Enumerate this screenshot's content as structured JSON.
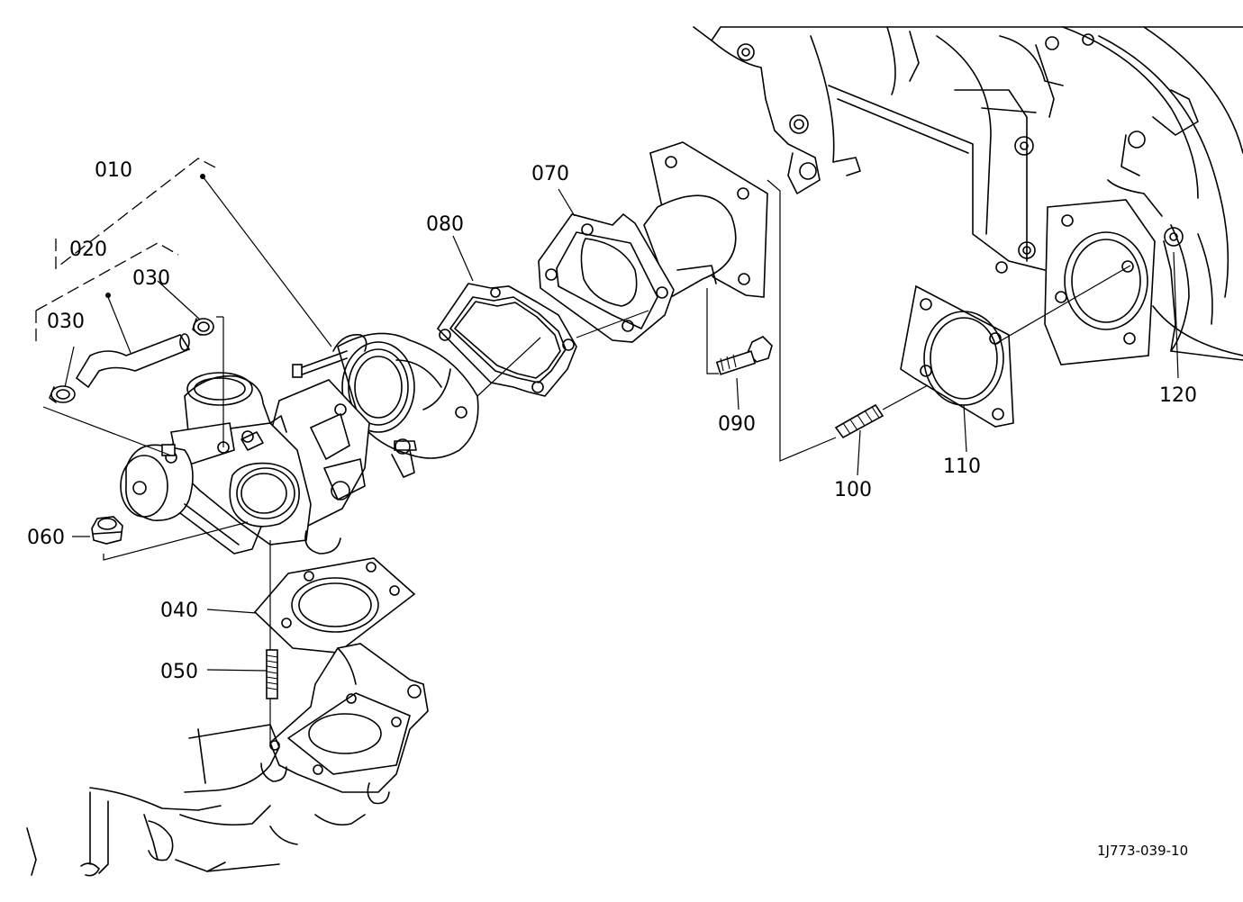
{
  "diagram": {
    "drawing_code": "1J773-039-10",
    "callouts": [
      {
        "id": "010",
        "text": "010"
      },
      {
        "id": "020",
        "text": "020"
      },
      {
        "id": "030a",
        "text": "030"
      },
      {
        "id": "030b",
        "text": "030"
      },
      {
        "id": "040",
        "text": "040"
      },
      {
        "id": "050",
        "text": "050"
      },
      {
        "id": "060",
        "text": "060"
      },
      {
        "id": "070",
        "text": "070"
      },
      {
        "id": "080",
        "text": "080"
      },
      {
        "id": "090",
        "text": "090"
      },
      {
        "id": "100",
        "text": "100"
      },
      {
        "id": "110",
        "text": "110"
      },
      {
        "id": "120",
        "text": "120"
      }
    ]
  }
}
